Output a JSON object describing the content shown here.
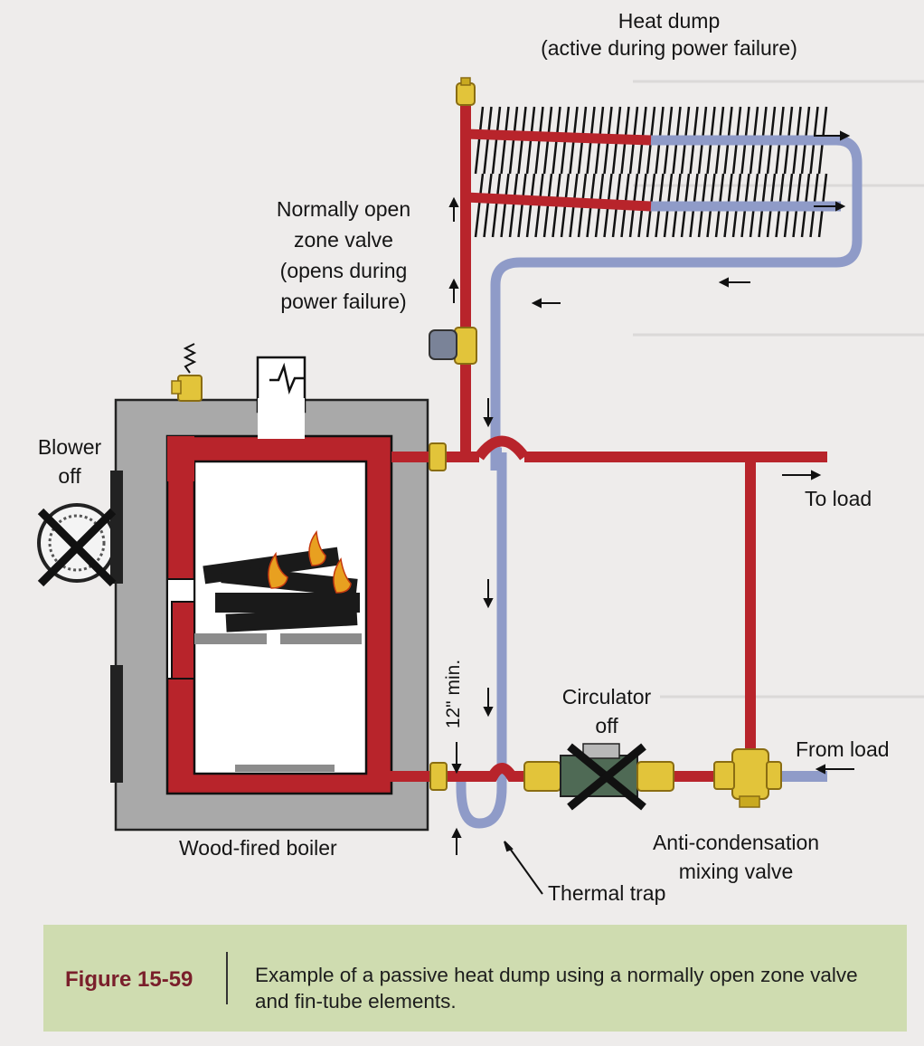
{
  "labels": {
    "heat_dump_title": "Heat dump",
    "heat_dump_note": "(active during power failure)",
    "zone_valve": [
      "Normally open",
      "zone valve",
      "(opens during",
      "power failure)"
    ],
    "blower": [
      "Blower",
      "off"
    ],
    "to_load": "To load",
    "from_load": "From load",
    "circulator": [
      "Circulator",
      "off"
    ],
    "twelve_min": "12\" min.",
    "wood_boiler": "Wood-fired boiler",
    "mixing_valve": [
      "Anti-condensation",
      "mixing valve"
    ],
    "thermal_trap": "Thermal trap"
  },
  "caption": {
    "figure_number": "Figure 15-59",
    "text": "Example of a passive heat dump using a normally open zone valve and fin-tube elements."
  },
  "colors": {
    "hot_pipe": "#b8242b",
    "cool_pipe": "#8f9bc8",
    "brass": "#e2c43a",
    "boiler_gray": "#a9a9a9",
    "caption_band": "#cfdcb0"
  }
}
